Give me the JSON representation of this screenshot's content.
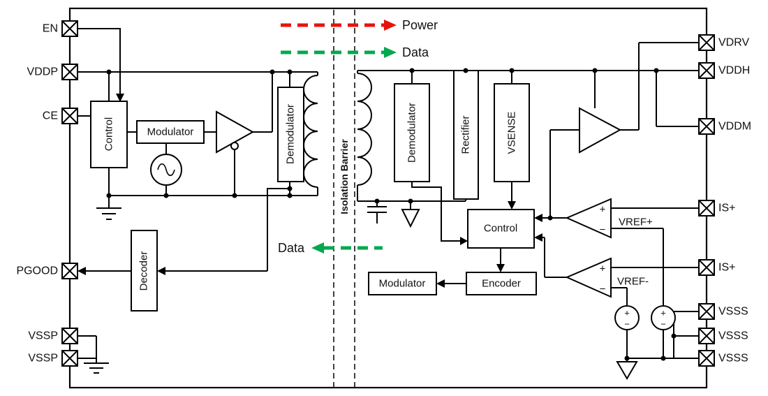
{
  "legend": {
    "power": "Power",
    "data": "Data"
  },
  "mid_arrow": {
    "label": "Data"
  },
  "isolation_barrier": "Isolation Barrier",
  "pins_left": [
    "EN",
    "VDDP",
    "CE",
    "PGOOD",
    "VSSP",
    "VSSP"
  ],
  "pins_right": [
    "VDRV",
    "VDDH",
    "VDDM",
    "IS+",
    "IS+",
    "VSSS",
    "VSSS",
    "VSSS"
  ],
  "blocks": {
    "control_left": "Control",
    "modulator_left": "Modulator",
    "demodulator_left": "Demodulator",
    "decoder": "Decoder",
    "demodulator_right": "Demodulator",
    "rectifier": "Rectifier",
    "vsense": "VSENSE",
    "control_right": "Control",
    "encoder": "Encoder",
    "modulator_right": "Modulator"
  },
  "refs": {
    "vref_plus": "VREF+",
    "vref_minus": "VREF-"
  },
  "signs": {
    "plus": "+",
    "minus": "−"
  },
  "colors": {
    "power_arrow": "#e8120c",
    "data_arrow": "#00a84f",
    "line": "#000000"
  }
}
